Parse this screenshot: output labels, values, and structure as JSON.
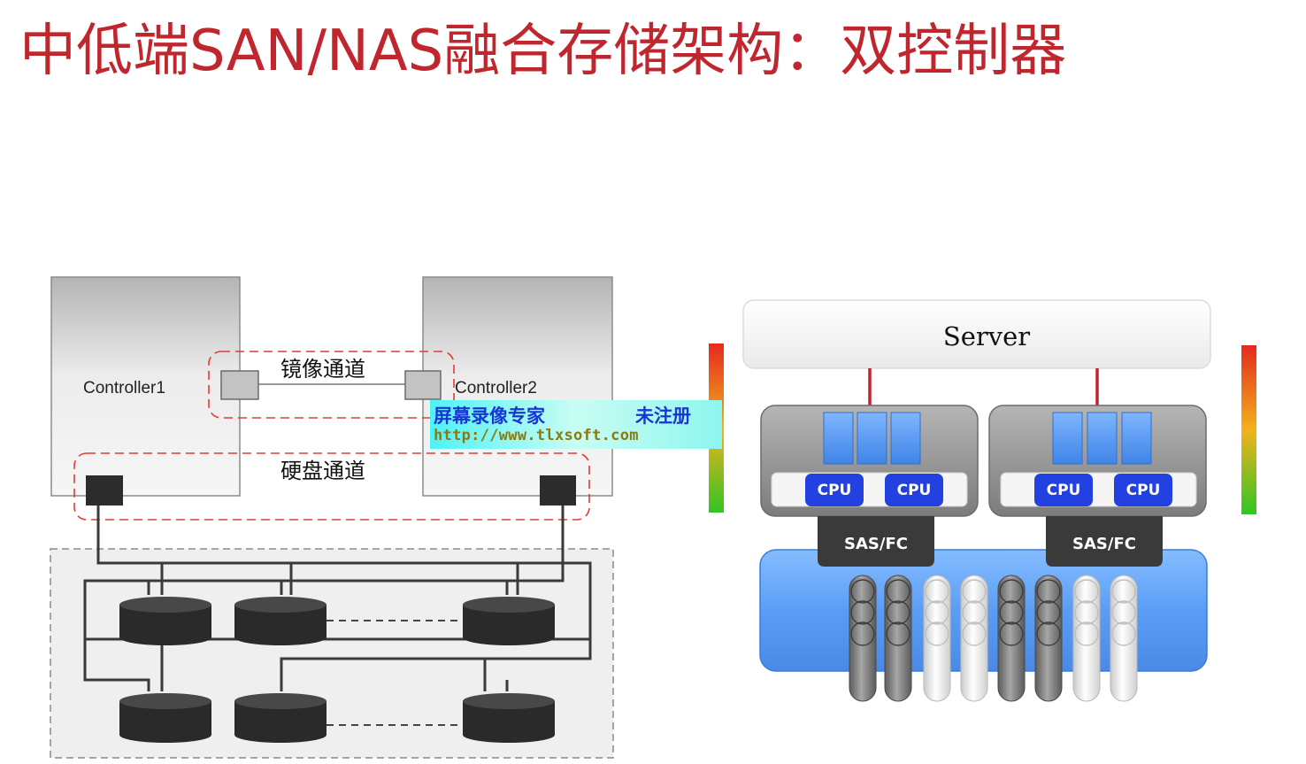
{
  "title": "中低端SAN/NAS融合存储架构：双控制器",
  "left_diagram": {
    "controller1": "Controller1",
    "controller2": "Controller2",
    "mirror_channel": "镜像通道",
    "disk_channel": "硬盘通道"
  },
  "right_diagram": {
    "server": "Server",
    "cpu_label": "CPU",
    "interface_label": "SAS/FC"
  },
  "watermark": {
    "title": "屏幕录像专家",
    "status": "未注册",
    "url": "http://www.tlxsoft.com"
  },
  "colors": {
    "title": "#c0262d",
    "cpu_chip": "#2340e0",
    "disk_shelf": "#5fa6ff",
    "link": "#c0262d"
  }
}
